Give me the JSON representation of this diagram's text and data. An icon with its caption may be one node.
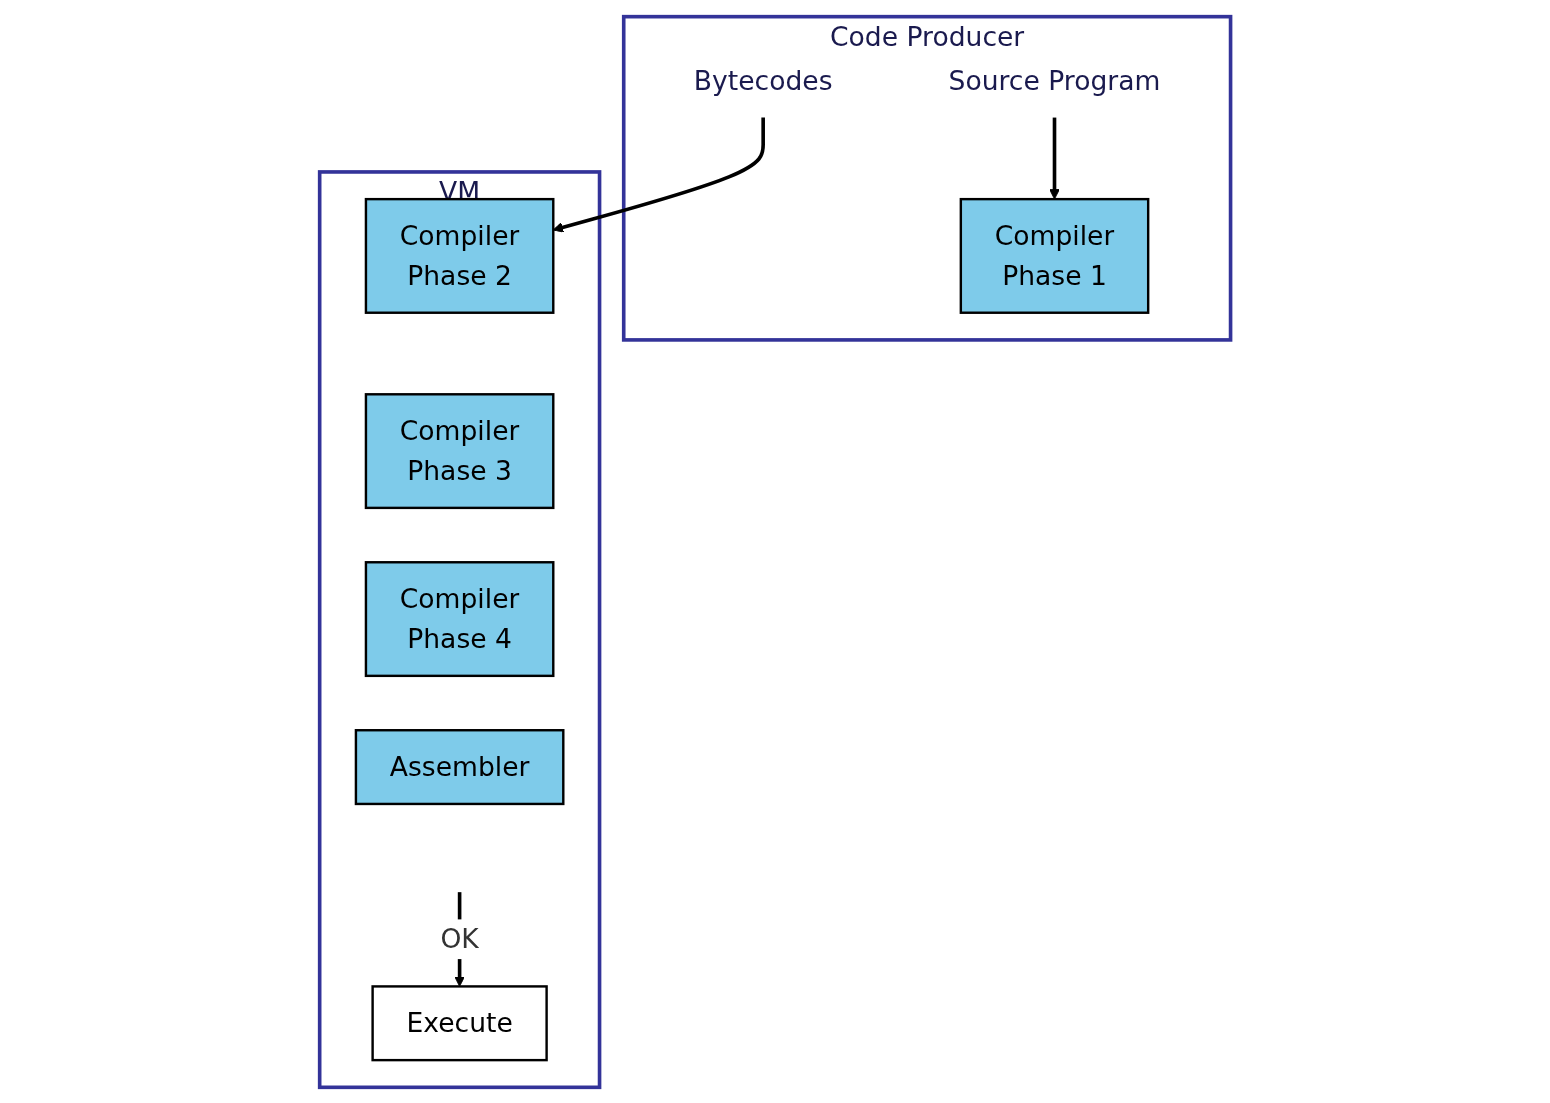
{
  "diagram": {
    "nodes": [
      {
        "text": [
          "Code Producer"
        ]
      },
      {
        "text": [
          "Source Program"
        ],
        "in": 0
      },
      {
        "text": [
          "Compiler",
          "Phase 1"
        ],
        "in": 0
      },
      {
        "text": [
          "Bytecodes"
        ],
        "in": 0
      },
      {
        "text": [
          "VM"
        ]
      },
      {
        "text": [
          "Compiler",
          "Phase 2"
        ],
        "in": 4
      },
      {
        "text": [
          "Compiler",
          "Phase 3"
        ],
        "in": 4
      },
      {
        "text": [
          "Compiler",
          "Phase 4"
        ],
        "in": 4
      },
      {
        "text": [
          "Assembler"
        ],
        "in": 4
      },
      {
        "text": [
          "Execute"
        ],
        "in": 4
      }
    ],
    "edges": [
      {
        "from": 1,
        "to": 2,
        "arrow": "to"
      },
      {
        "from": 3,
        "to": 5,
        "arrow": "to"
      },
      {
        "from": null,
        "to": 9,
        "arrow": "to",
        "label": "OK"
      }
    ]
  }
}
